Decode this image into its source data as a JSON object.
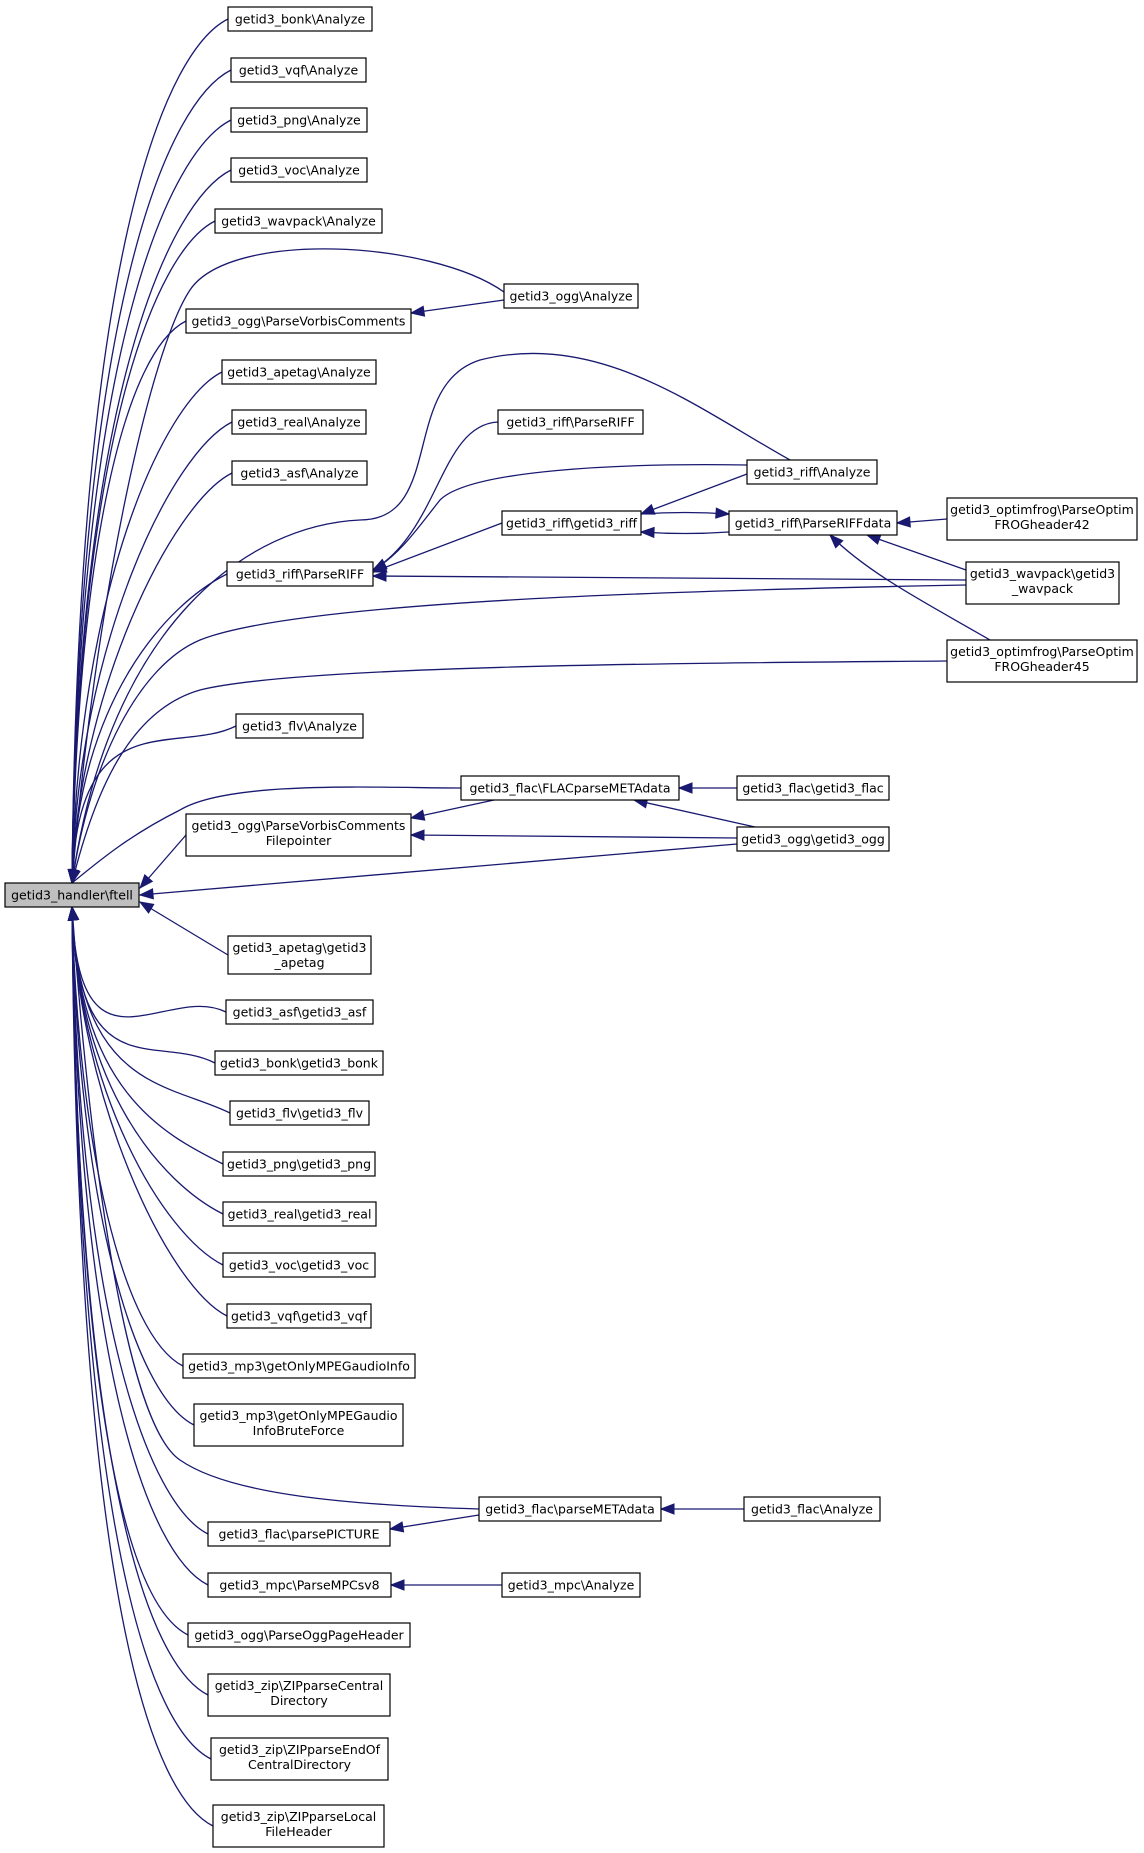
{
  "graph": {
    "root": "getid3_handler\\ftell",
    "nodes": [
      {
        "id": "root",
        "label": "getid3_handler\\ftell"
      },
      {
        "id": "bonk_an",
        "label": "getid3_bonk\\Analyze"
      },
      {
        "id": "vqf_an",
        "label": "getid3_vqf\\Analyze"
      },
      {
        "id": "png_an",
        "label": "getid3_png\\Analyze"
      },
      {
        "id": "voc_an",
        "label": "getid3_voc\\Analyze"
      },
      {
        "id": "wavpack_an",
        "label": "getid3_wavpack\\Analyze"
      },
      {
        "id": "ogg_pvc",
        "label": "getid3_ogg\\ParseVorbisComments"
      },
      {
        "id": "apetag_an",
        "label": "getid3_apetag\\Analyze"
      },
      {
        "id": "real_an",
        "label": "getid3_real\\Analyze"
      },
      {
        "id": "asf_an",
        "label": "getid3_asf\\Analyze"
      },
      {
        "id": "riff_parse_main",
        "label": "getid3_riff\\ParseRIFF"
      },
      {
        "id": "flv_an",
        "label": "getid3_flv\\Analyze"
      },
      {
        "id": "ogg_pvcfp",
        "label": "getid3_ogg\\ParseVorbisComments\nFilepointer"
      },
      {
        "id": "apetag_c",
        "label": "getid3_apetag\\getid3\n_apetag"
      },
      {
        "id": "asf_c",
        "label": "getid3_asf\\getid3_asf"
      },
      {
        "id": "bonk_c",
        "label": "getid3_bonk\\getid3_bonk"
      },
      {
        "id": "flv_c",
        "label": "getid3_flv\\getid3_flv"
      },
      {
        "id": "png_c",
        "label": "getid3_png\\getid3_png"
      },
      {
        "id": "real_c",
        "label": "getid3_real\\getid3_real"
      },
      {
        "id": "voc_c",
        "label": "getid3_voc\\getid3_voc"
      },
      {
        "id": "vqf_c",
        "label": "getid3_vqf\\getid3_vqf"
      },
      {
        "id": "mp3_gomai",
        "label": "getid3_mp3\\getOnlyMPEGaudioInfo"
      },
      {
        "id": "mp3_gomaibf",
        "label": "getid3_mp3\\getOnlyMPEGaudio\nInfoBruteForce"
      },
      {
        "id": "flac_pp",
        "label": "getid3_flac\\parsePICTURE"
      },
      {
        "id": "mpc_psv8",
        "label": "getid3_mpc\\ParseMPCsv8"
      },
      {
        "id": "ogg_popheader",
        "label": "getid3_ogg\\ParseOggPageHeader"
      },
      {
        "id": "zip_pcd",
        "label": "getid3_zip\\ZIPparseCentral\nDirectory"
      },
      {
        "id": "zip_peocd",
        "label": "getid3_zip\\ZIPparseEndOf\nCentralDirectory"
      },
      {
        "id": "zip_plfh",
        "label": "getid3_zip\\ZIPparseLocal\nFileHeader"
      },
      {
        "id": "ogg_an",
        "label": "getid3_ogg\\Analyze"
      },
      {
        "id": "riff_parse2",
        "label": "getid3_riff\\ParseRIFF"
      },
      {
        "id": "riff_an",
        "label": "getid3_riff\\Analyze"
      },
      {
        "id": "riff_c",
        "label": "getid3_riff\\getid3_riff"
      },
      {
        "id": "riff_prd",
        "label": "getid3_riff\\ParseRIFFdata"
      },
      {
        "id": "ofr42",
        "label": "getid3_optimfrog\\ParseOptim\nFROGheader42"
      },
      {
        "id": "wavpack_c",
        "label": "getid3_wavpack\\getid3\n_wavpack"
      },
      {
        "id": "ofr45",
        "label": "getid3_optimfrog\\ParseOptim\nFROGheader45"
      },
      {
        "id": "flac_fpmd",
        "label": "getid3_flac\\FLACparseMETAdata"
      },
      {
        "id": "flac_c",
        "label": "getid3_flac\\getid3_flac"
      },
      {
        "id": "ogg_c",
        "label": "getid3_ogg\\getid3_ogg"
      },
      {
        "id": "flac_pmd",
        "label": "getid3_flac\\parseMETAdata"
      },
      {
        "id": "flac_an",
        "label": "getid3_flac\\Analyze"
      },
      {
        "id": "mpc_an",
        "label": "getid3_mpc\\Analyze"
      }
    ]
  }
}
